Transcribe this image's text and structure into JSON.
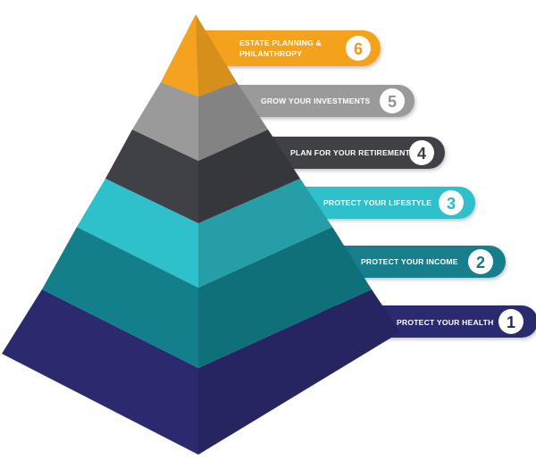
{
  "colors": {
    "level1": "#2b2a6e",
    "level2": "#127f8b",
    "level3": "#2ec1cc",
    "level4": "#3f4146",
    "level5": "#9a9a9a",
    "level6": "#f4a21f"
  },
  "levels": [
    {
      "number": "1",
      "label_lines": [
        "PROTECT YOUR HEALTH"
      ]
    },
    {
      "number": "2",
      "label_lines": [
        "PROTECT YOUR INCOME"
      ]
    },
    {
      "number": "3",
      "label_lines": [
        "PROTECT YOUR LIFESTYLE"
      ]
    },
    {
      "number": "4",
      "label_lines": [
        "PLAN FOR YOUR RETIREMENT"
      ]
    },
    {
      "number": "5",
      "label_lines": [
        "GROW YOUR INVESTMENTS"
      ]
    },
    {
      "number": "6",
      "label_lines": [
        "ESTATE PLANNING &",
        "PHILANTHROPY"
      ]
    }
  ]
}
